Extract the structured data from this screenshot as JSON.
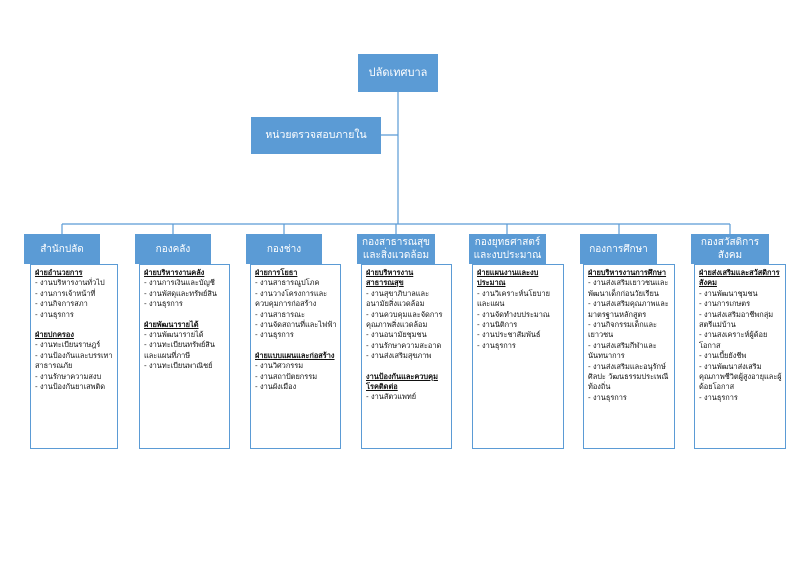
{
  "top": {
    "title": "ปลัดเทศบาล"
  },
  "audit": {
    "title": "หน่วยตรวจสอบภายใน"
  },
  "departments": [
    {
      "title": "สำนักปลัด",
      "sections": [
        {
          "title": "ฝ่ายอำนวยการ",
          "items": [
            "- งานบริหารงานทั่วไป",
            "- งานการเจ้าหน้าที่",
            "- งานกิจการสภา",
            "- งานธุรการ"
          ]
        },
        {
          "title": "ฝ่ายปกครอง",
          "items": [
            "- งานทะเบียนราษฎร์",
            "- งานป้องกันและบรรเทาสาธารณภัย",
            "- งานรักษาความสงบ",
            "- งานป้องกันยาเสพติด"
          ]
        }
      ]
    },
    {
      "title": "กองคลัง",
      "sections": [
        {
          "title": "ฝ่ายบริหารงานคลัง",
          "items": [
            "- งานการเงินและบัญชี",
            "- งานพัสดุและทรัพย์สิน",
            "- งานธุรการ"
          ]
        },
        {
          "title": "ฝ่ายพัฒนารายได้",
          "items": [
            "- งานพัฒนารายได้",
            "- งานทะเบียนทรัพย์สินและแผนที่ภาษี",
            "- งานทะเบียนพาณิชย์"
          ]
        }
      ]
    },
    {
      "title": "กองช่าง",
      "sections": [
        {
          "title": "ฝ่ายการโยธา",
          "items": [
            "- งานสาธารณูปโภค",
            "- งานวางโครงการและควบคุมการก่อสร้าง",
            "- งานสาธารณะ",
            "- งานจัดสถานที่และไฟฟ้า",
            "- งานธุรการ"
          ]
        },
        {
          "title": "ฝ่ายแบบแผนและก่อสร้าง",
          "items": [
            "- งานวิศวกรรม",
            "- งานสถาปัตยกรรม",
            "- งานผังเมือง"
          ]
        }
      ]
    },
    {
      "title": "กองสาธารณสุขและสิ่งแวดล้อม",
      "sections": [
        {
          "title": "ฝ่ายบริหารงานสาธารณสุข",
          "items": [
            "- งานสุขาภิบาลและอนามัยสิ่งแวดล้อม",
            "- งานควบคุมและจัดการคุณภาพสิ่งแวดล้อม",
            "- งานอนามัยชุมชน",
            "- งานรักษาความสะอาด",
            "- งานส่งเสริมสุขภาพ"
          ]
        },
        {
          "title": "งานป้องกันและควบคุมโรคติดต่อ",
          "items": [
            "- งานสัตวแพทย์"
          ]
        }
      ]
    },
    {
      "title": "กองยุทธศาสตร์และงบประมาณ",
      "sections": [
        {
          "title": "ฝ่ายแผนงานและงบประมาณ",
          "items": [
            "- งานวิเคราะห์นโยบายและแผน",
            "- งานจัดทำงบประมาณ",
            "- งานนิติการ",
            "- งานประชาสัมพันธ์",
            "- งานธุรการ"
          ]
        }
      ]
    },
    {
      "title": "กองการศึกษา",
      "sections": [
        {
          "title": "ฝ่ายบริหารงานการศึกษา",
          "items": [
            "- งานส่งเสริมเยาวชนและพัฒนาเด็กก่อนวัยเรียน",
            "- งานส่งเสริมคุณภาพและมาตรฐานหลักสูตร",
            "- งานกิจกรรมเด็กและเยาวชน",
            "- งานส่งเสริมกีฬาและนันทนาการ",
            "- งานส่งเสริมและอนุรักษ์ศิลปะ วัฒนธรรมประเพณีท้องถิ่น",
            "- งานธุรการ"
          ]
        }
      ]
    },
    {
      "title": "กองสวัสดิการสังคม",
      "sections": [
        {
          "title": "ฝ่ายส่งเสริมและสวัสดิการสังคม",
          "items": [
            "- งานพัฒนาชุมชน",
            "- งานการเกษตร",
            "- งานส่งเสริมอาชีพกลุ่มสตรีแม่บ้าน",
            "- งานสงเคราะห์ผู้ด้อยโอกาส",
            "- งานเบี้ยยังชีพ",
            "- งานพัฒนาส่งเสริมคุณภาพชีวิตผู้สูงอายุและผู้ด้อยโอกาส",
            "- งานธุรการ"
          ]
        }
      ]
    }
  ]
}
